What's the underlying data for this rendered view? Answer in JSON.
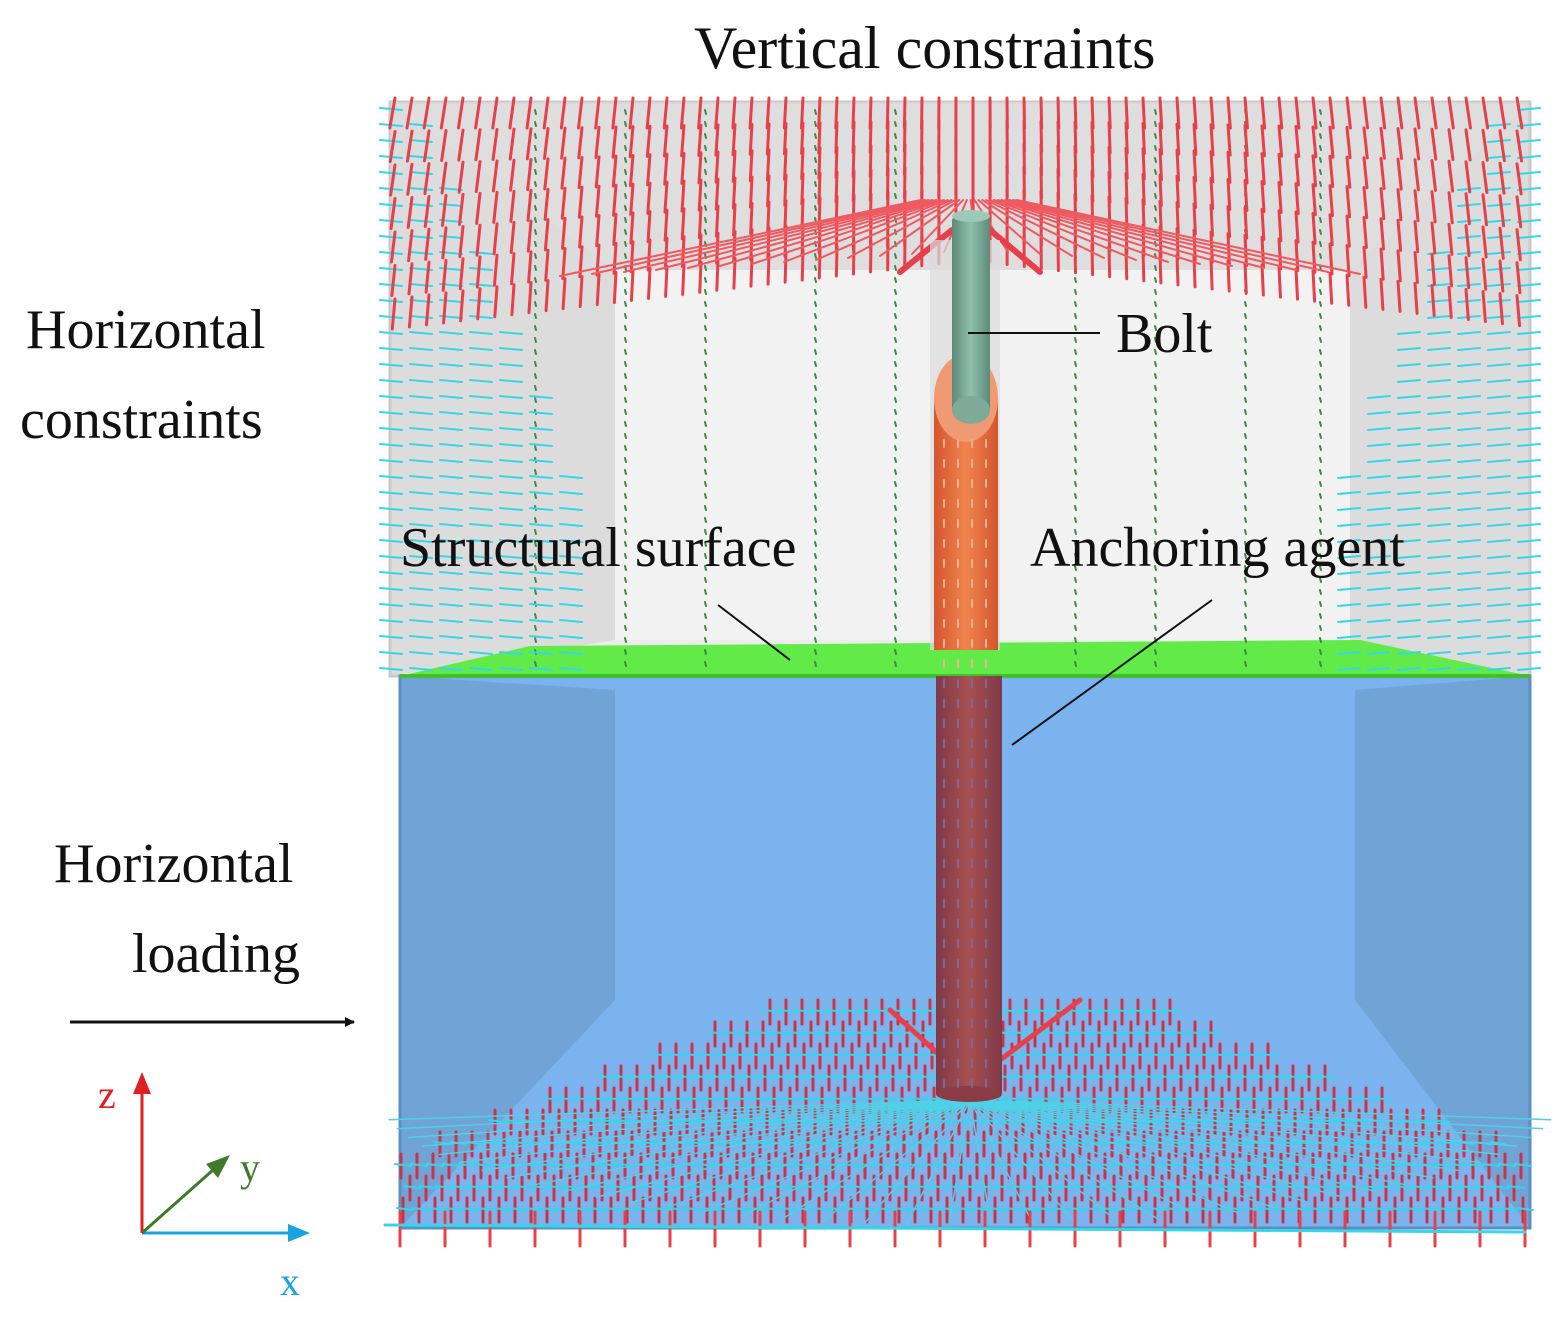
{
  "labels": {
    "vertical_constraints": "Vertical constraints",
    "horizontal_constraints_line1": "Horizontal",
    "horizontal_constraints_line2": "constraints",
    "bolt": "Bolt",
    "structural_surface": "Structural surface",
    "anchoring_agent": "Anchoring agent",
    "horizontal_loading_line1": "Horizontal",
    "horizontal_loading_line2": "loading"
  },
  "axes": {
    "z": "z",
    "y": "y",
    "x": "x"
  },
  "colors": {
    "upper_block": "#e9e9e9",
    "lower_block": "#7ab3ee",
    "structural_surface": "#5fe84a",
    "bolt": "#6f9d8a",
    "anchor_upper": "#e2683e",
    "anchor_lower": "#9c4649",
    "vertical_constraint": "#e8404a",
    "horizontal_constraint": "#35d6e8",
    "axis_z": "#e02020",
    "axis_y": "#3d7a2a",
    "axis_x": "#1aa3e0"
  }
}
